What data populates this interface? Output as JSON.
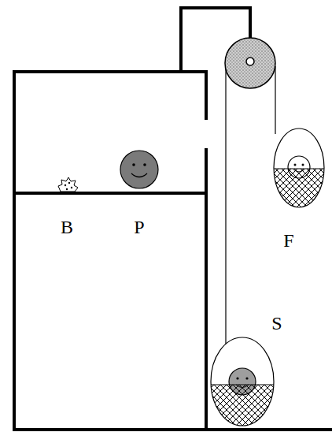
{
  "diagram": {
    "labels": [
      "B",
      "P",
      "F",
      "S"
    ]
  }
}
